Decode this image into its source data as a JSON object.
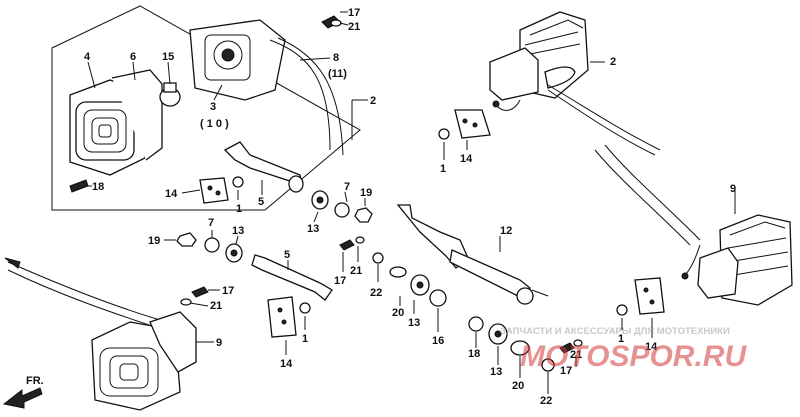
{
  "callouts": [
    {
      "id": "c-4",
      "text": "4"
    },
    {
      "id": "c-6",
      "text": "6"
    },
    {
      "id": "c-15",
      "text": "15"
    },
    {
      "id": "c-3",
      "text": "3"
    },
    {
      "id": "c-10",
      "text": "( 1 0 )"
    },
    {
      "id": "c-17a",
      "text": "17"
    },
    {
      "id": "c-21a",
      "text": "21"
    },
    {
      "id": "c-8",
      "text": "8"
    },
    {
      "id": "c-11",
      "text": "(11)"
    },
    {
      "id": "c-2a",
      "text": "2"
    },
    {
      "id": "c-18a",
      "text": "18"
    },
    {
      "id": "c-2b",
      "text": "2"
    },
    {
      "id": "c-14a",
      "text": "14"
    },
    {
      "id": "c-1a",
      "text": "1"
    },
    {
      "id": "c-14b",
      "text": "14"
    },
    {
      "id": "c-1b",
      "text": "1"
    },
    {
      "id": "c-5a",
      "text": "5"
    },
    {
      "id": "c-7a",
      "text": "7"
    },
    {
      "id": "c-19a",
      "text": "19"
    },
    {
      "id": "c-13a",
      "text": "13"
    },
    {
      "id": "c-9a",
      "text": "9"
    },
    {
      "id": "c-19b",
      "text": "19"
    },
    {
      "id": "c-7b",
      "text": "7"
    },
    {
      "id": "c-13b",
      "text": "13"
    },
    {
      "id": "c-5b",
      "text": "5"
    },
    {
      "id": "c-12",
      "text": "12"
    },
    {
      "id": "c-21b",
      "text": "21"
    },
    {
      "id": "c-17b",
      "text": "17"
    },
    {
      "id": "c-22a",
      "text": "22"
    },
    {
      "id": "c-17c",
      "text": "17"
    },
    {
      "id": "c-21c",
      "text": "21"
    },
    {
      "id": "c-20a",
      "text": "20"
    },
    {
      "id": "c-13c",
      "text": "13"
    },
    {
      "id": "c-16",
      "text": "16"
    },
    {
      "id": "c-9b",
      "text": "9"
    },
    {
      "id": "c-14c",
      "text": "14"
    },
    {
      "id": "c-1c",
      "text": "1"
    },
    {
      "id": "c-18b",
      "text": "18"
    },
    {
      "id": "c-13d",
      "text": "13"
    },
    {
      "id": "c-20b",
      "text": "20"
    },
    {
      "id": "c-21d",
      "text": "21"
    },
    {
      "id": "c-17d",
      "text": "17"
    },
    {
      "id": "c-22b",
      "text": "22"
    },
    {
      "id": "c-14d",
      "text": "14"
    },
    {
      "id": "c-1d",
      "text": "1"
    }
  ],
  "front_arrow": {
    "text": "FR."
  },
  "watermark": {
    "line1": "ЗАПЧАСТИ И АКСЕССУАРЫ ДЛЯ МОТОТЕХНИКИ",
    "brand": "MOTOSPOR.RU",
    "color": "#d23a3a"
  }
}
